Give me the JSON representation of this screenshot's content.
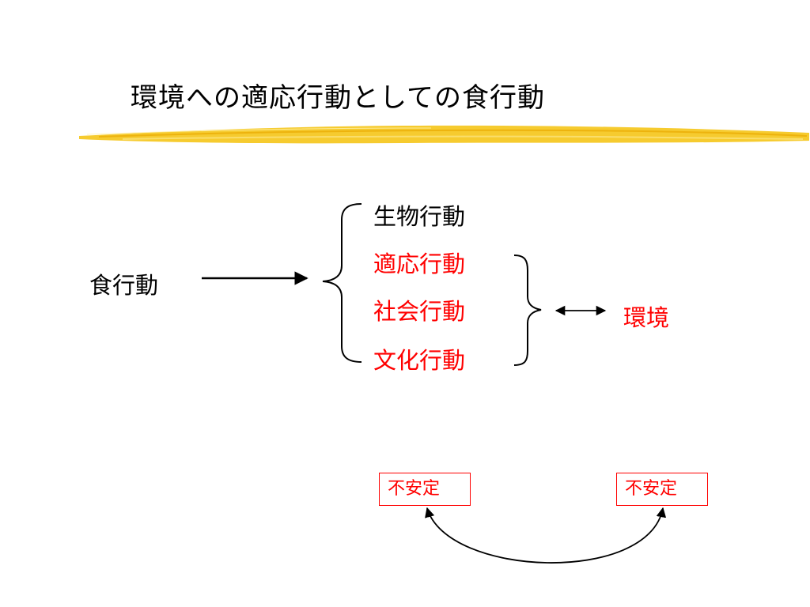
{
  "slide": {
    "title": "環境への適応行動としての食行動",
    "main_label": "食行動",
    "behaviors": [
      {
        "label": "生物行動",
        "color": "#000000"
      },
      {
        "label": "適応行動",
        "color": "#ff0000"
      },
      {
        "label": "社会行動",
        "color": "#ff0000"
      },
      {
        "label": "文化行動",
        "color": "#ff0000"
      }
    ],
    "environment_label": "環境",
    "environment_color": "#ff0000",
    "unstable_left": "不安定",
    "unstable_right": "不安定",
    "unstable_color": "#ff0000",
    "highlight_color": "#f5c518"
  }
}
